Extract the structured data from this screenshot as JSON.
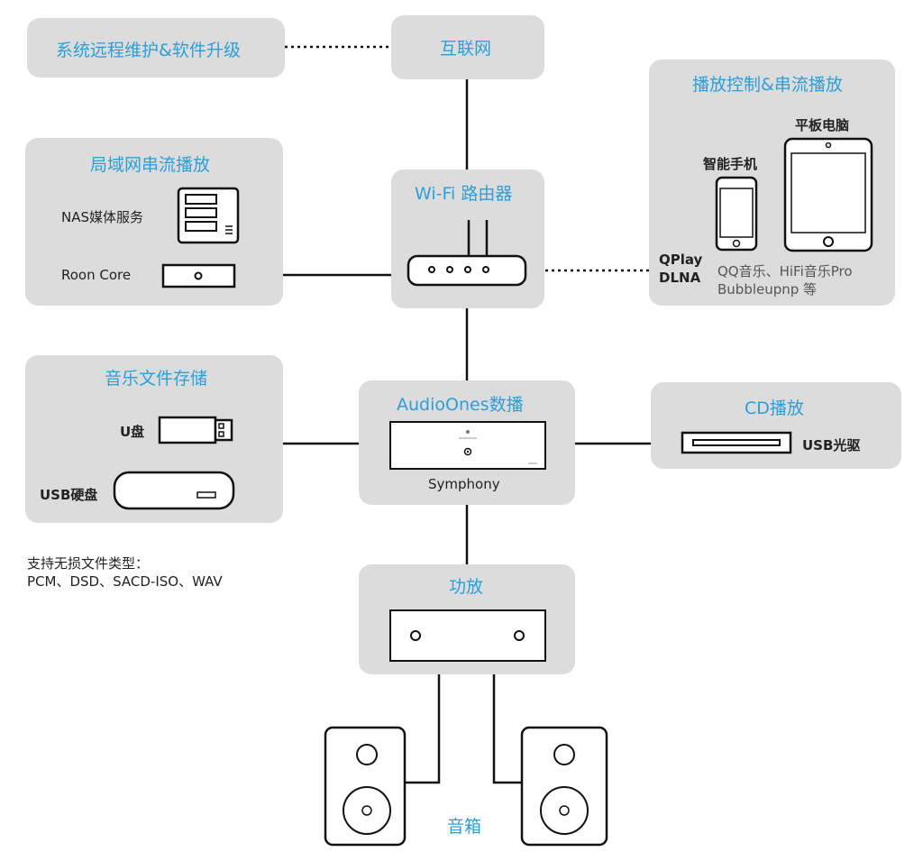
{
  "internet": {
    "title": "互联网"
  },
  "remote": {
    "title": "系统远程维护&软件升级"
  },
  "lan": {
    "title": "局域网串流播放",
    "nas_label": "NAS媒体服务",
    "roon_label": "Roon Core"
  },
  "router": {
    "title": "Wi-Fi 路由器"
  },
  "mobile": {
    "title": "播放控制&串流播放",
    "tablet_label": "平板电脑",
    "phone_label": "智能手机",
    "protocol_line1": "QPlay",
    "protocol_line2": "DLNA",
    "apps_line1": "QQ音乐、HiFi音乐Pro",
    "apps_line2": "Bubbleupnp 等"
  },
  "storage": {
    "title": "音乐文件存储",
    "udisk_label": "U盘",
    "usb_hdd_label": "USB硬盘"
  },
  "formats": {
    "line1": "支持无损文件类型：",
    "line2": "PCM、DSD、SACD-ISO、WAV"
  },
  "player": {
    "title": "AudioOnes数播",
    "model": "Symphony"
  },
  "cd": {
    "title": "CD播放",
    "drive_label": "USB光驱"
  },
  "amp": {
    "title": "功放"
  },
  "speakers": {
    "label": "音箱"
  }
}
